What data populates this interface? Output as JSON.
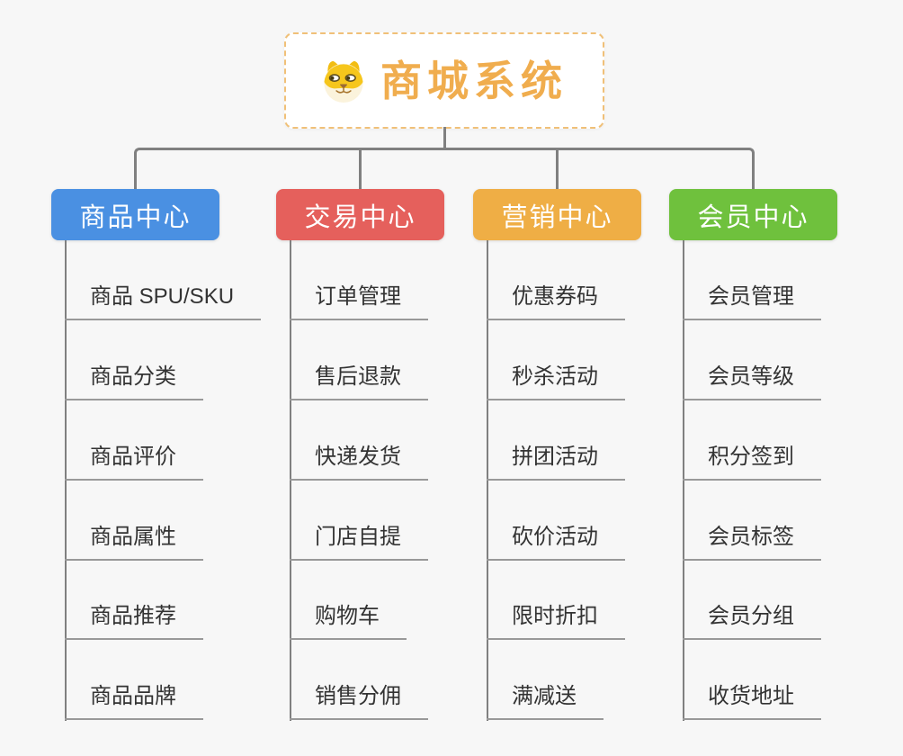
{
  "root": {
    "title": "商城系统",
    "icon": "doge-icon"
  },
  "colors": {
    "background": "#f7f7f7",
    "root_border": "#f0c078",
    "root_title": "#f0ad4e",
    "connector": "#808080",
    "leaf_line": "#999999",
    "leaf_text": "#333333"
  },
  "branches": [
    {
      "id": "product",
      "label": "商品中心",
      "color": "#4a90e2",
      "items": [
        "商品 SPU/SKU",
        "商品分类",
        "商品评价",
        "商品属性",
        "商品推荐",
        "商品品牌"
      ]
    },
    {
      "id": "trade",
      "label": "交易中心",
      "color": "#e5605c",
      "items": [
        "订单管理",
        "售后退款",
        "快递发货",
        "门店自提",
        "购物车",
        "销售分佣"
      ]
    },
    {
      "id": "marketing",
      "label": "营销中心",
      "color": "#efae45",
      "items": [
        "优惠券码",
        "秒杀活动",
        "拼团活动",
        "砍价活动",
        "限时折扣",
        "满减送"
      ]
    },
    {
      "id": "member",
      "label": "会员中心",
      "color": "#6fc13d",
      "items": [
        "会员管理",
        "会员等级",
        "积分签到",
        "会员标签",
        "会员分组",
        "收货地址"
      ]
    }
  ]
}
